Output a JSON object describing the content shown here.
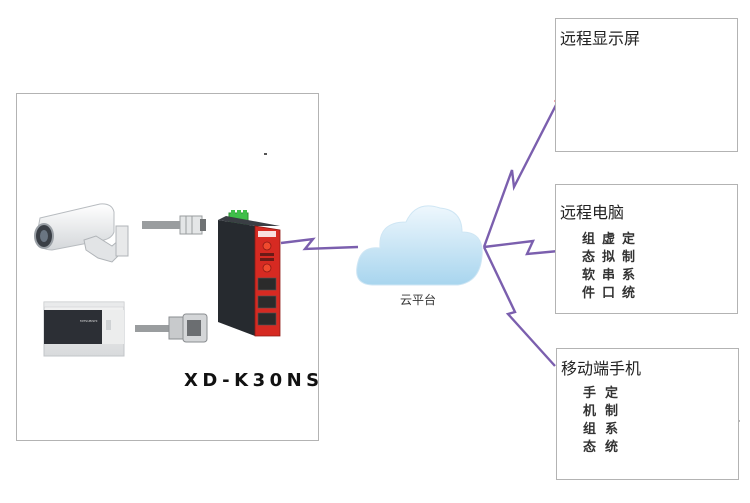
{
  "left_panel": {
    "model_name": "XD-K30NS",
    "devices": [
      {
        "name": "IP camera",
        "icon": "camera-icon",
        "connector": "RJ45 Ethernet cable"
      },
      {
        "name": "PLC",
        "icon": "plc-icon",
        "connector": "DB9 serial cable"
      }
    ],
    "gateway_icon": "industrial-gateway-icon"
  },
  "cloud": {
    "label": "云平台",
    "icon": "cloud-icon"
  },
  "endpoints": {
    "display": {
      "title": "远程显示屏",
      "icon": "touch-panel-icon"
    },
    "pc": {
      "title": "远程电脑",
      "icon": "desktop-monitor-icon",
      "features": [
        "组",
        "虚",
        "定",
        "态",
        "拟",
        "制",
        "软",
        "串",
        "系",
        "件",
        "口",
        "统"
      ]
    },
    "mobile": {
      "title": "移动端手机",
      "icon": "mobile-phone-icon",
      "features": [
        "手",
        "定",
        "机",
        "制",
        "组",
        "系",
        "态",
        "统"
      ]
    }
  },
  "colors": {
    "link": "#7b5fae",
    "box_border": "#b3b3b3",
    "gateway_red": "#d62a22",
    "gateway_body": "#2a2d31",
    "terminal_green": "#3fbf4a",
    "cloud_light": "#e6f3fb",
    "cloud_dark": "#9fd0ec"
  }
}
